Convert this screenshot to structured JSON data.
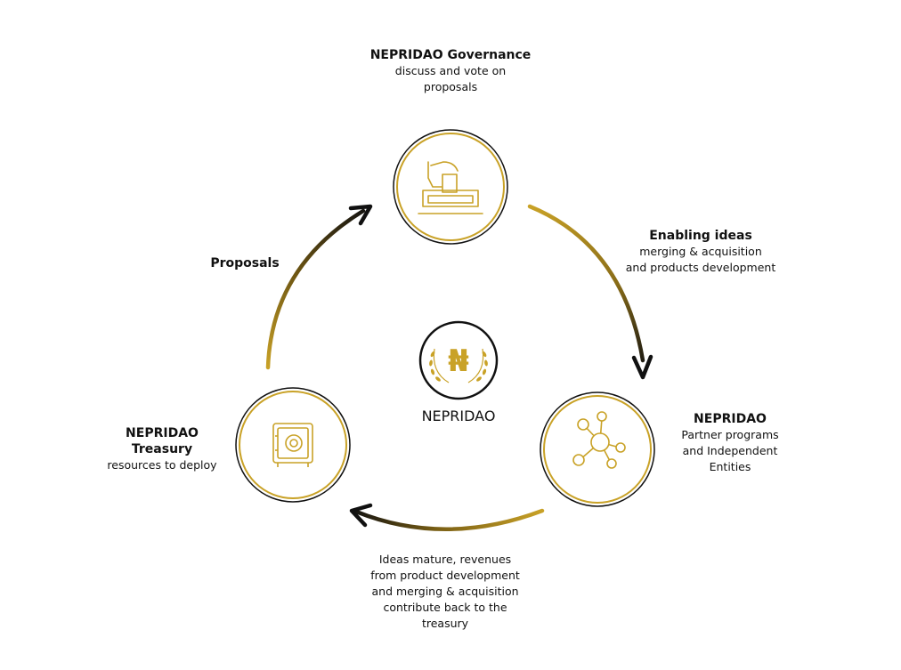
{
  "colors": {
    "gold": "#c9a227",
    "dark": "#111111"
  },
  "center": {
    "label": "NEPRIDAO",
    "logo_glyph": "₦"
  },
  "nodes": {
    "governance": {
      "title": "NEPRIDAO Governance",
      "lines": [
        "discuss and vote on",
        "proposals"
      ],
      "icon": "voting-hand-icon"
    },
    "partners": {
      "title": "NEPRIDAO",
      "lines": [
        "Partner programs",
        "and Independent",
        "Entities"
      ],
      "icon": "network-icon"
    },
    "treasury": {
      "title_lines": [
        "NEPRIDAO",
        "Treasury"
      ],
      "lines": [
        "resources to deploy"
      ],
      "icon": "safe-icon"
    }
  },
  "arrows": {
    "enabling": {
      "title": "Enabling ideas",
      "lines": [
        "merging & acquisition",
        "and products development"
      ]
    },
    "proposals": {
      "title": "Proposals"
    },
    "revenue": {
      "lines": [
        "Ideas mature, revenues",
        "from product development",
        "and merging & acquisition",
        "contribute back to the",
        "treasury"
      ]
    }
  }
}
